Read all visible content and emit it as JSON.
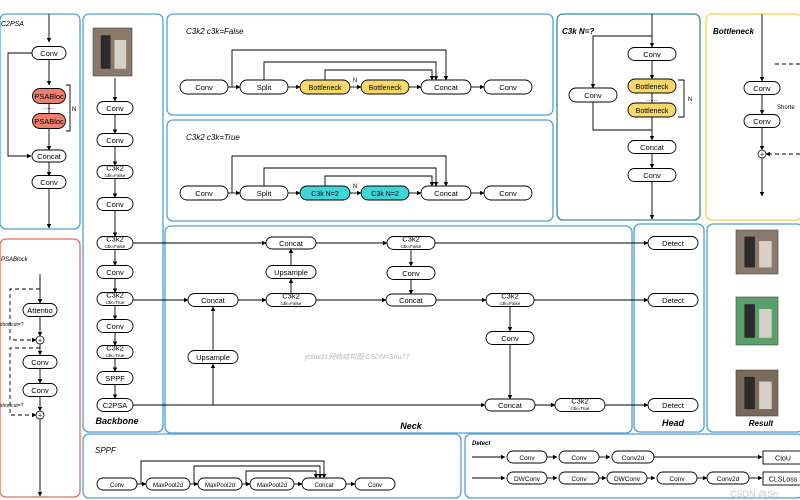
{
  "panels": {
    "c2psa": "C2PSA",
    "psablock": "PSABlock",
    "backbone": "Backbone",
    "c3k2_false": "C3k2 c3k=False",
    "c3k2_true": "C3k2 c3k=True",
    "c3k": "C3k N=?",
    "bottleneck": "Bottleneck",
    "neck": "Neck",
    "head": "Head",
    "result": "Result",
    "sppf": "SPPF",
    "detect": "Detect"
  },
  "nodes": {
    "conv": "Conv",
    "concat": "Concat",
    "split": "Split",
    "bottleneck": "Bottleneck",
    "psabloc": "PSABloc",
    "attention": "Attentio",
    "c3k2": "C3k2",
    "c3k_false": "c3k=False",
    "c3k_true": "c3k=True",
    "sppf": "SPPF",
    "c2psa": "C2PSA",
    "upsample": "Upsample",
    "detect": "Detect",
    "c3k_n2": "C3k  N=2",
    "maxpool": "MaxPool2d",
    "dwconv": "DWConv",
    "conv2d": "Conv2d",
    "ciou": "CIoU",
    "clsloss": "CLSLoss",
    "plus": "+"
  },
  "labels": {
    "n": "N",
    "dots": "......",
    "shortcut": "shortcut=?",
    "shortcut_b": "Shorte",
    "watermark": "yolov11网络结构图 CSDN=Snu77",
    "csdn": "CSDN @Sn"
  },
  "colors": {
    "psa_fill": "#f07e6e",
    "bottleneck_fill": "#f9d86b",
    "c3k_fill": "#3fd6d9",
    "panel_blue": "#4f9fd8",
    "panel_teal": "#2f8f8f",
    "panel_red": "#e06c5a",
    "panel_yellow": "#f0d24a",
    "photo_a": "#8a7a6a",
    "photo_b": "#5aa06a",
    "photo_c": "#7a6a5a"
  },
  "icons": [
    "photo-input",
    "photo-result-1",
    "photo-result-2",
    "photo-result-3"
  ]
}
